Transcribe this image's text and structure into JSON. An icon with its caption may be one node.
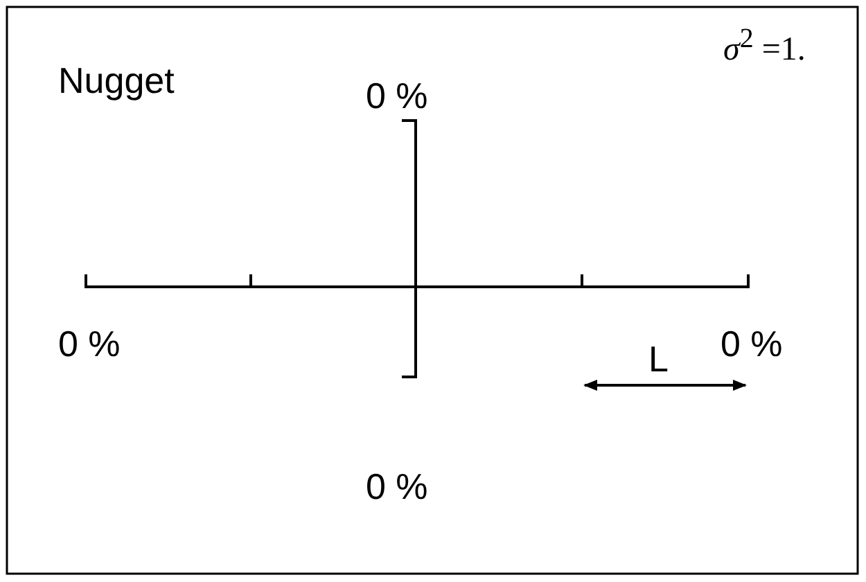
{
  "diagram": {
    "labels": [
      "Nugget",
      "*σ*$^{2}$ =1.",
      "0 %",
      "0 %",
      "0 %",
      "L",
      "0 %"
    ]
  }
}
